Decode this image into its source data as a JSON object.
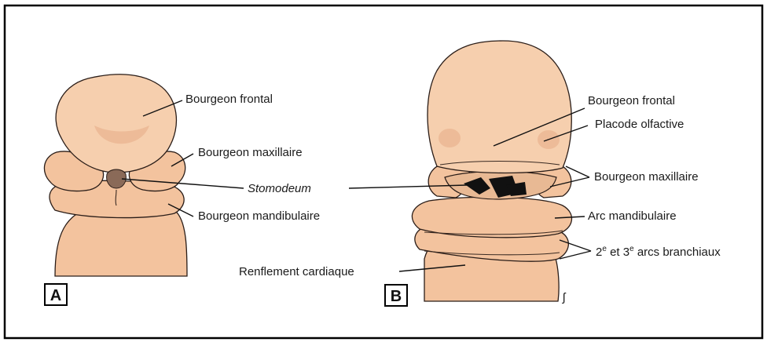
{
  "colors": {
    "tissue": "#f3c39e",
    "outline": "#2a1d18",
    "frame": "#000000"
  },
  "panel_a": {
    "letter": "A",
    "labels": {
      "bourgeon_frontal": "Bourgeon frontal",
      "bourgeon_maxillaire": "Bourgeon maxillaire",
      "stomodeum": "Stomodeum",
      "bourgeon_mandibulaire": "Bourgeon mandibulaire"
    }
  },
  "panel_b": {
    "letter": "B",
    "labels": {
      "bourgeon_frontal": "Bourgeon frontal",
      "placode_olfactive": "Placode olfactive",
      "bourgeon_maxillaire": "Bourgeon maxillaire",
      "arc_mandibulaire": "Arc mandibulaire",
      "arcs_branchiaux_pre": "2",
      "arcs_branchiaux_sup1": "e",
      "arcs_branchiaux_mid": " et 3",
      "arcs_branchiaux_sup2": "e",
      "arcs_branchiaux_post": " arcs branchiaux",
      "renflement_cardiaque": "Renflement cardiaque"
    },
    "signature": "ʃ"
  }
}
